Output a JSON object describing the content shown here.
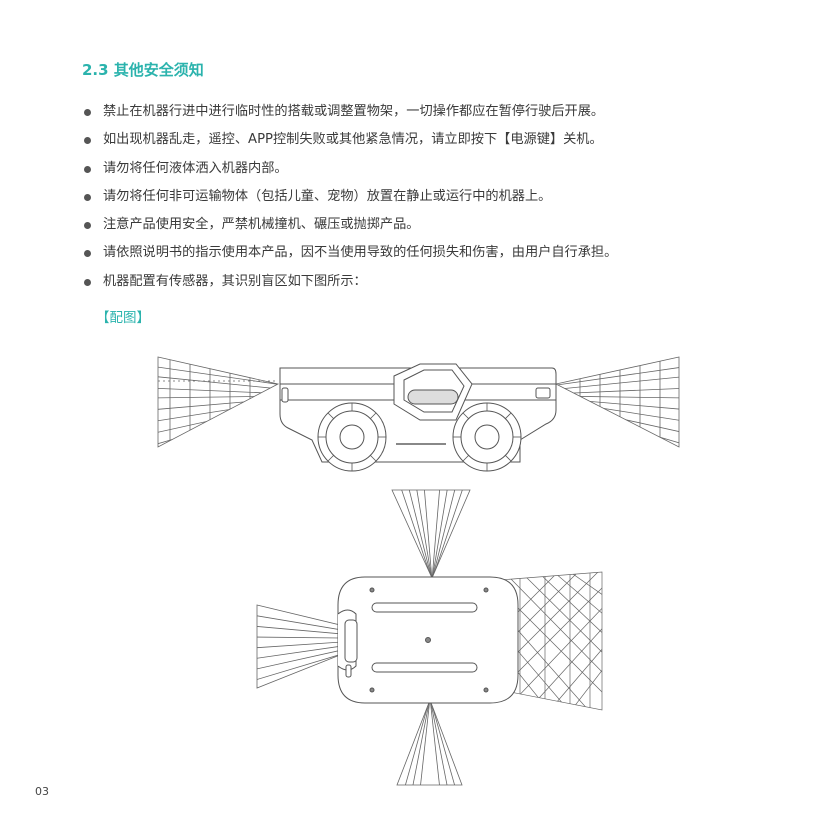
{
  "section": {
    "title": "2.3 其他安全须知"
  },
  "bullets": [
    "禁止在机器行进中进行临时性的搭载或调整置物架，一切操作都应在暂停行驶后开展。",
    "如出现机器乱走，遥控、APP控制失败或其他紧急情况，请立即按下【电源键】关机。",
    "请勿将任何液体洒入机器内部。",
    "请勿将任何非可运输物体（包括儿童、宠物）放置在静止或运行中的机器上。",
    "注意产品使用安全，严禁机械撞机、碾压或抛掷产品。",
    "请依照说明书的指示使用本产品，因不当使用导致的任何损失和伤害，由用户自行承担。",
    "机器配置有传感器，其识别盲区如下图所示："
  ],
  "figure_label": "【配图】",
  "page_number": "03",
  "colors": {
    "accent": "#2bb3ad",
    "text": "#333333",
    "line": "#555555"
  },
  "figure": {
    "side_view_icons": [
      "side-blind-zone-left",
      "side-blind-zone-right",
      "robot-side-icon"
    ],
    "top_view_icons": [
      "top-blind-zone-front",
      "top-blind-zone-back",
      "top-blind-zone-left",
      "top-blind-zone-right",
      "robot-top-icon"
    ]
  }
}
